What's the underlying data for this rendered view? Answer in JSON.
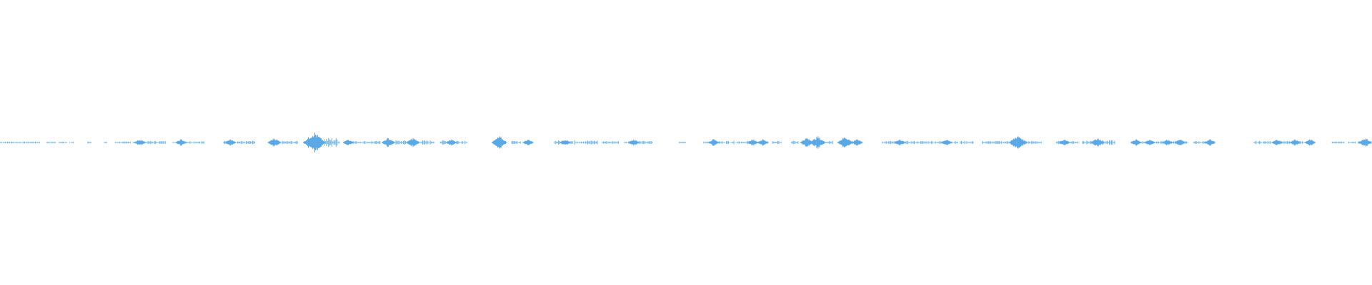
{
  "waveform": {
    "color": "#5aa9e6",
    "background": "#ffffff",
    "progress": 0,
    "segments": [
      [
        0.0,
        0.029,
        1
      ],
      [
        0.034,
        0.041,
        1
      ],
      [
        0.043,
        0.049,
        1
      ],
      [
        0.051,
        0.054,
        1
      ],
      [
        0.064,
        0.067,
        1
      ],
      [
        0.076,
        0.078,
        1
      ],
      [
        0.084,
        0.095,
        1
      ],
      [
        0.097,
        0.121,
        2
      ],
      [
        0.126,
        0.149,
        2
      ],
      [
        0.163,
        0.186,
        2
      ],
      [
        0.198,
        0.217,
        2
      ],
      [
        0.227,
        0.248,
        7
      ],
      [
        0.252,
        0.277,
        2
      ],
      [
        0.28,
        0.317,
        3
      ],
      [
        0.321,
        0.341,
        3
      ],
      [
        0.362,
        0.367,
        2
      ],
      [
        0.373,
        0.38,
        2
      ],
      [
        0.404,
        0.418,
        3
      ],
      [
        0.419,
        0.436,
        3
      ],
      [
        0.439,
        0.451,
        2
      ],
      [
        0.455,
        0.476,
        2
      ],
      [
        0.495,
        0.5,
        1
      ],
      [
        0.513,
        0.56,
        2
      ],
      [
        0.563,
        0.57,
        2
      ],
      [
        0.577,
        0.582,
        2
      ],
      [
        0.585,
        0.607,
        3
      ],
      [
        0.611,
        0.625,
        3
      ],
      [
        0.643,
        0.698,
        2
      ],
      [
        0.7,
        0.71,
        2
      ],
      [
        0.716,
        0.759,
        2
      ],
      [
        0.77,
        0.786,
        2
      ],
      [
        0.789,
        0.813,
        3
      ],
      [
        0.825,
        0.866,
        2
      ],
      [
        0.87,
        0.884,
        2
      ],
      [
        0.914,
        0.953,
        2
      ],
      [
        0.971,
        0.98,
        1
      ],
      [
        0.983,
        0.988,
        1
      ],
      [
        0.99,
        1.0,
        3
      ]
    ],
    "peaks": [
      [
        0.102,
        2
      ],
      [
        0.132,
        2
      ],
      [
        0.168,
        2
      ],
      [
        0.2,
        3
      ],
      [
        0.229,
        7
      ],
      [
        0.254,
        2
      ],
      [
        0.283,
        3
      ],
      [
        0.301,
        3
      ],
      [
        0.329,
        2
      ],
      [
        0.364,
        4
      ],
      [
        0.385,
        2
      ],
      [
        0.412,
        2
      ],
      [
        0.462,
        2
      ],
      [
        0.52,
        2
      ],
      [
        0.549,
        2
      ],
      [
        0.556,
        2
      ],
      [
        0.588,
        3
      ],
      [
        0.596,
        4
      ],
      [
        0.616,
        4
      ],
      [
        0.625,
        2
      ],
      [
        0.656,
        2
      ],
      [
        0.69,
        2
      ],
      [
        0.742,
        5
      ],
      [
        0.776,
        2
      ],
      [
        0.8,
        3
      ],
      [
        0.828,
        2
      ],
      [
        0.838,
        2
      ],
      [
        0.851,
        2
      ],
      [
        0.86,
        2
      ],
      [
        0.882,
        2
      ],
      [
        0.931,
        2
      ],
      [
        0.944,
        2
      ],
      [
        0.955,
        2
      ],
      [
        0.995,
        3
      ]
    ]
  }
}
